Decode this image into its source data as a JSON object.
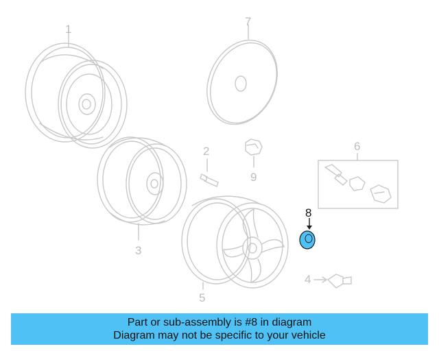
{
  "callouts": {
    "c1": "1",
    "c2": "2",
    "c3": "3",
    "c4": "4",
    "c5": "5",
    "c6": "6",
    "c7": "7",
    "c8": "8",
    "c9": "9"
  },
  "highlighted_part": "8",
  "colors": {
    "line": "#c8c8c8",
    "highlight_fill": "#4fc1f5",
    "highlight_stroke": "#1a1a1a",
    "banner_bg": "#4fc1f5"
  },
  "banner": {
    "line1": "Part or sub-assembly is #8 in diagram",
    "line2": "Diagram may not be specific to your vehicle"
  }
}
